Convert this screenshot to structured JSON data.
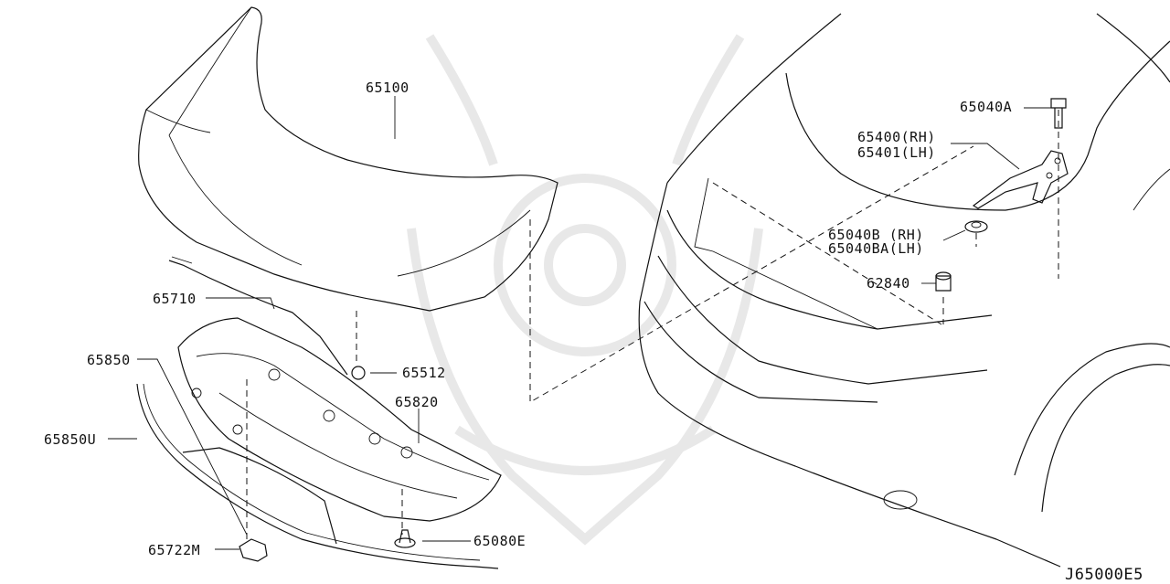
{
  "diagram_code": "J65000E5",
  "parts": {
    "p65100": "65100",
    "p65710": "65710",
    "p65850": "65850",
    "p65850U": "65850U",
    "p65512": "65512",
    "p65820": "65820",
    "p65722M": "65722M",
    "p65080E": "65080E",
    "p65040A": "65040A",
    "p65400": "65400(RH)",
    "p65401": "65401(LH)",
    "p65040B": "65040B (RH)",
    "p65040BA": "65040BA(LH)",
    "p62840": "62840"
  }
}
